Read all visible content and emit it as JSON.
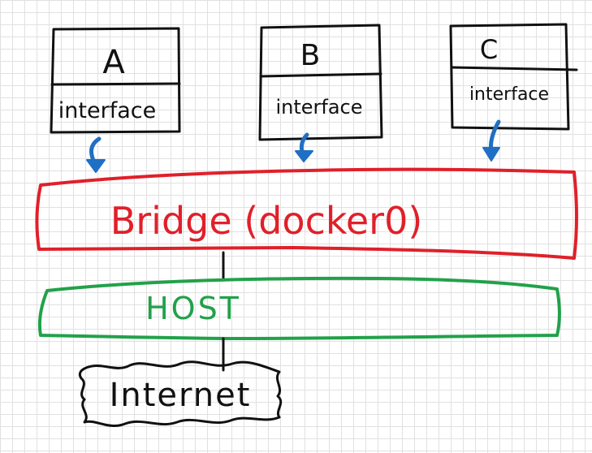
{
  "containers": [
    {
      "name": "A",
      "interface_label": "interface"
    },
    {
      "name": "B",
      "interface_label": "interface"
    },
    {
      "name": "C",
      "interface_label": "interface"
    }
  ],
  "bridge": {
    "label": "Bridge (docker0)",
    "color": "#e0202a"
  },
  "host": {
    "label": "HOST",
    "color": "#22a14a"
  },
  "internet": {
    "label": "Internet"
  },
  "colors": {
    "ink": "#111111",
    "arrow": "#1f6fc4",
    "grid": "#e1e1e1"
  }
}
